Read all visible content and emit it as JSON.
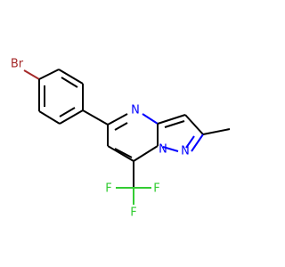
{
  "atoms": {
    "br": "Br",
    "n_top": "N",
    "n_left": "N",
    "n_right": "N",
    "f_left": "F",
    "f_right": "F",
    "f_bottom": "F"
  },
  "colors": {
    "bond": "#000000",
    "bromine": "#a52a2a",
    "nitrogen": "#0000ff",
    "fluorine": "#33cc33"
  }
}
